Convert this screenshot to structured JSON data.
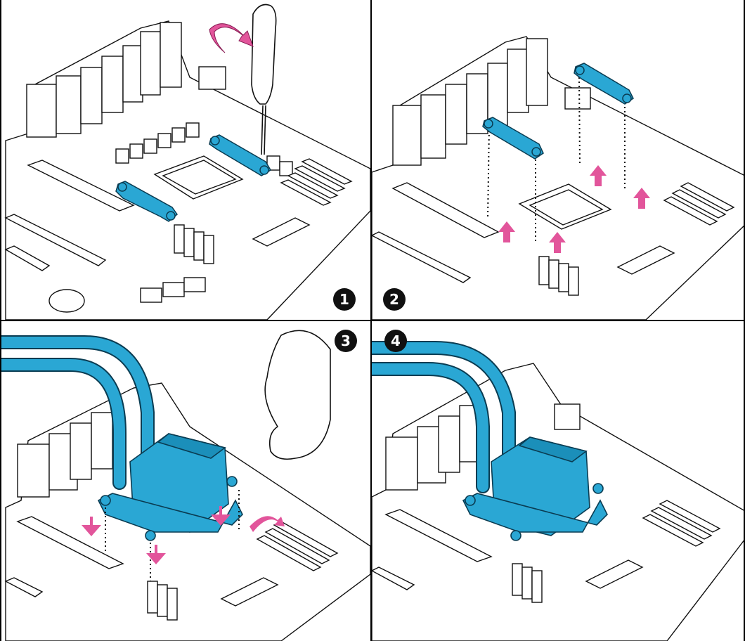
{
  "steps": [
    {
      "number": "1"
    },
    {
      "number": "2"
    },
    {
      "number": "3"
    },
    {
      "number": "4"
    }
  ],
  "colors": {
    "bracket": "#2aa7d4",
    "bracket_dark": "#0e7aa6",
    "arrow": "#e2559b",
    "line": "#111111",
    "board": "#ffffff"
  },
  "icons": [
    "screwdriver-icon",
    "rotate-arrow-icon",
    "lift-arrow-icon",
    "hand-icon",
    "down-arrow-icon"
  ]
}
